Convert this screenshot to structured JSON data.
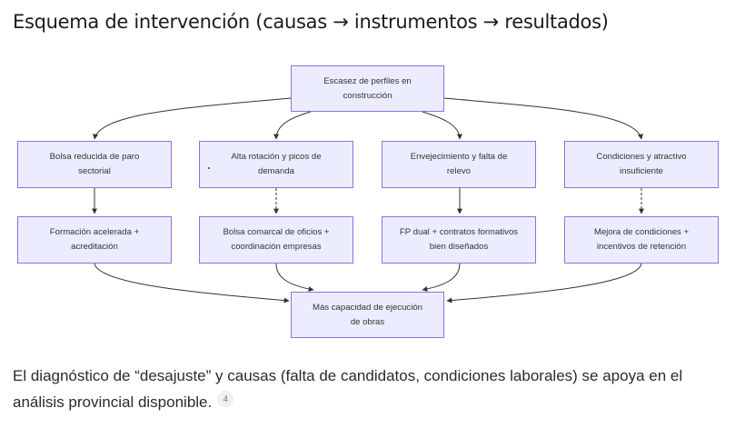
{
  "title": "Esquema de intervención (causas → instrumentos → resultados)",
  "nodes": {
    "root": "Escasez de perfiles en construcción",
    "cause_1": "Bolsa reducida de paro sectorial",
    "cause_2": "Alta rotación y picos de demanda",
    "cause_3": "Envejecimiento y falta de relevo",
    "cause_4": "Condiciones y atractivo insuficiente",
    "instrument_1": "Formación acelerada + acreditación",
    "instrument_2": "Bolsa comarcal de oficios + coordinación empresas",
    "instrument_3": "FP dual + contratos formativos bien diseñados",
    "instrument_4": "Mejora de condiciones + incentivos de retención",
    "result": "Más capacidad de ejecución de obras"
  },
  "colors": {
    "node_fill": "#ECECFF",
    "node_border": "#9370DB",
    "edge": "#333333"
  },
  "footer": {
    "text": "El diagnóstico de “desajuste” y causas (falta de candidatos, condiciones laborales) se apoya en el análisis provincial disponible.",
    "footnote": "4"
  }
}
